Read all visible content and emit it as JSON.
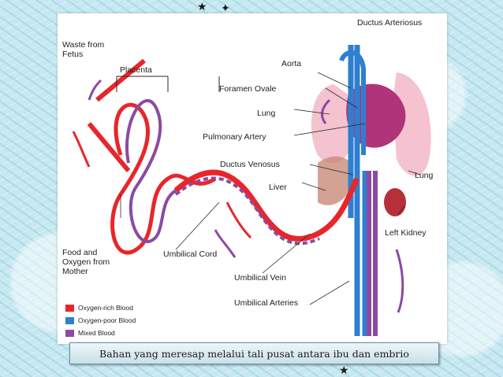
{
  "labels": {
    "waste_from_fetus": "Waste from\nFetus",
    "placenta": "Placenta",
    "ductus_arteriosus": "Ductus Arteriosus",
    "aorta": "Aorta",
    "foramen_ovale": "Foramen Ovale",
    "lung_left": "Lung",
    "pulmonary_artery": "Pulmonary Artery",
    "ductus_venosus": "Ductus Venosus",
    "lung_right": "Lung",
    "liver": "Liver",
    "left_kidney": "Left Kidney",
    "food_oxygen": "Food and\nOxygen from\nMother",
    "umbilical_cord": "Umbilical Cord",
    "umbilical_vein": "Umbilical Vein",
    "umbilical_arteries": "Umbilical Arteries"
  },
  "legend": [
    {
      "label": "Oxygen-rich Blood",
      "color": "#e8262a"
    },
    {
      "label": "Oxygen-poor Blood",
      "color": "#2f7fd1"
    },
    {
      "label": "Mixed Blood",
      "color": "#8b4aa3"
    }
  ],
  "caption": "Bahan yang meresap melalui tali pusat antara ibu dan embrio"
}
